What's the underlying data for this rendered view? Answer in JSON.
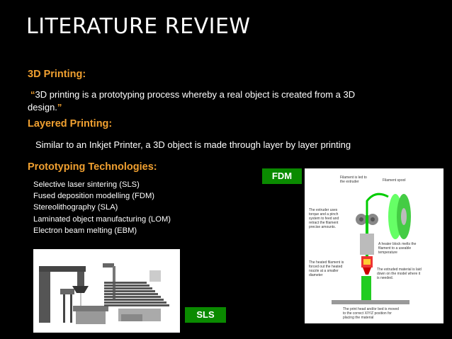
{
  "slide": {
    "title": "LITERATURE REVIEW",
    "section_3d": {
      "heading": "3D Printing:",
      "open_quote": "“",
      "quote_text": "3D printing is a prototyping process whereby a real object is created from a 3D",
      "quote_text2": "design.",
      "close_quote": "”"
    },
    "section_layered": {
      "heading": "Layered Printing:",
      "text": "Similar to an Inkjet Printer, a 3D object is made through layer by layer printing"
    },
    "section_proto": {
      "heading": "Prototyping Technologies:",
      "items": [
        "Selective laser sintering (SLS)",
        "Fused deposition modelling (FDM)",
        "Stereolithography (SLA)",
        "Laminated object manufacturing (LOM)",
        "Electron beam melting (EBM)"
      ]
    },
    "badges": {
      "fdm": "FDM",
      "sls": "SLS"
    },
    "fdm_labels": {
      "filament_extruder": "Filament is led to the extruder",
      "filament_spool": "Filament spool",
      "extruder_torque": "The extruder uses torque and a pinch system to feed and retract the filament precise amounts.",
      "heater_block": "A heater block melts the filament to a useable temperature",
      "heated_filament": "The heated filament is forced out the heated nozzle at a smaller diameter",
      "extruded_material": "The extruded material is laid down on the model where it is needed.",
      "print_head": "The print head and/or bed is moved to the correct X/Y/Z position for placing the material"
    }
  }
}
